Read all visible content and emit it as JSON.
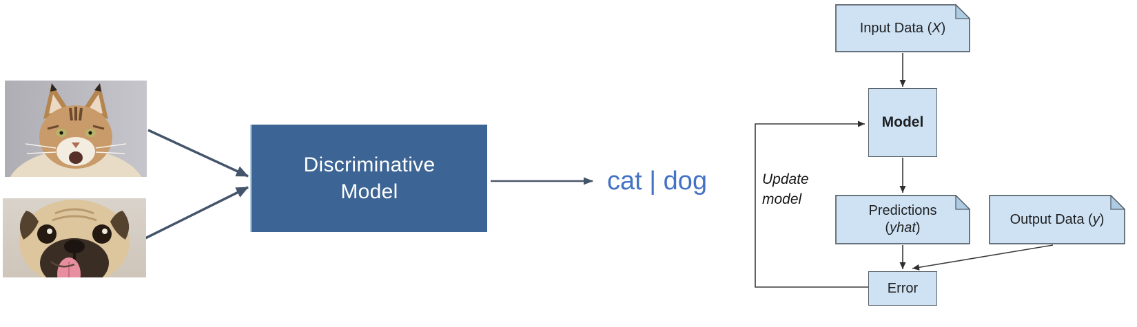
{
  "left_panel": {
    "cat_image": "cat-photo",
    "dog_image": "dog-photo"
  },
  "center": {
    "box_line1": "Discriminative",
    "box_line2": "Model",
    "box_color": "#3c6494",
    "output_text": "cat | dog",
    "output_text_color": "#4472c4"
  },
  "flowchart": {
    "input": {
      "prefix": "Input Data (",
      "var": "X",
      "suffix": ")"
    },
    "model_label": "Model",
    "predictions": {
      "line1": "Predictions",
      "prefix": "(",
      "var": "yhat",
      "suffix": ")"
    },
    "output": {
      "prefix": "Output Data (",
      "var": "y",
      "suffix": ")"
    },
    "error_label": "Error",
    "update_label": {
      "line1": "Update",
      "line2": "model"
    },
    "node_fill": "#cfe2f3",
    "node_border": "#566069"
  },
  "arrows": {
    "thick_color": "#44546a",
    "thin_color": "#3a3a3a"
  }
}
